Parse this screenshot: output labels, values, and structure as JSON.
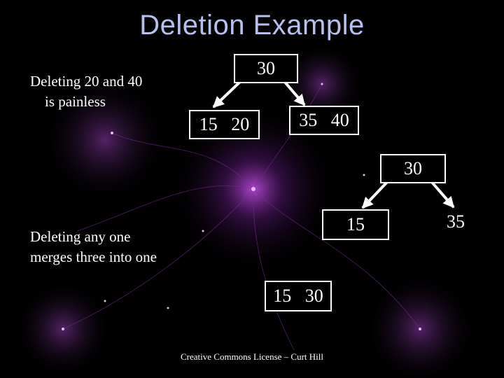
{
  "title": "Deletion Example",
  "notes": {
    "painless": "Deleting 20 and 40\n    is painless",
    "merge": "Deleting any one\nmerges three into one"
  },
  "tree1": {
    "root": "30",
    "left": "15   20",
    "right": "35   40"
  },
  "tree2": {
    "root": "30",
    "left": "15",
    "right": "35",
    "merged": "15   30"
  },
  "footer": "Creative Commons License – Curt Hill"
}
